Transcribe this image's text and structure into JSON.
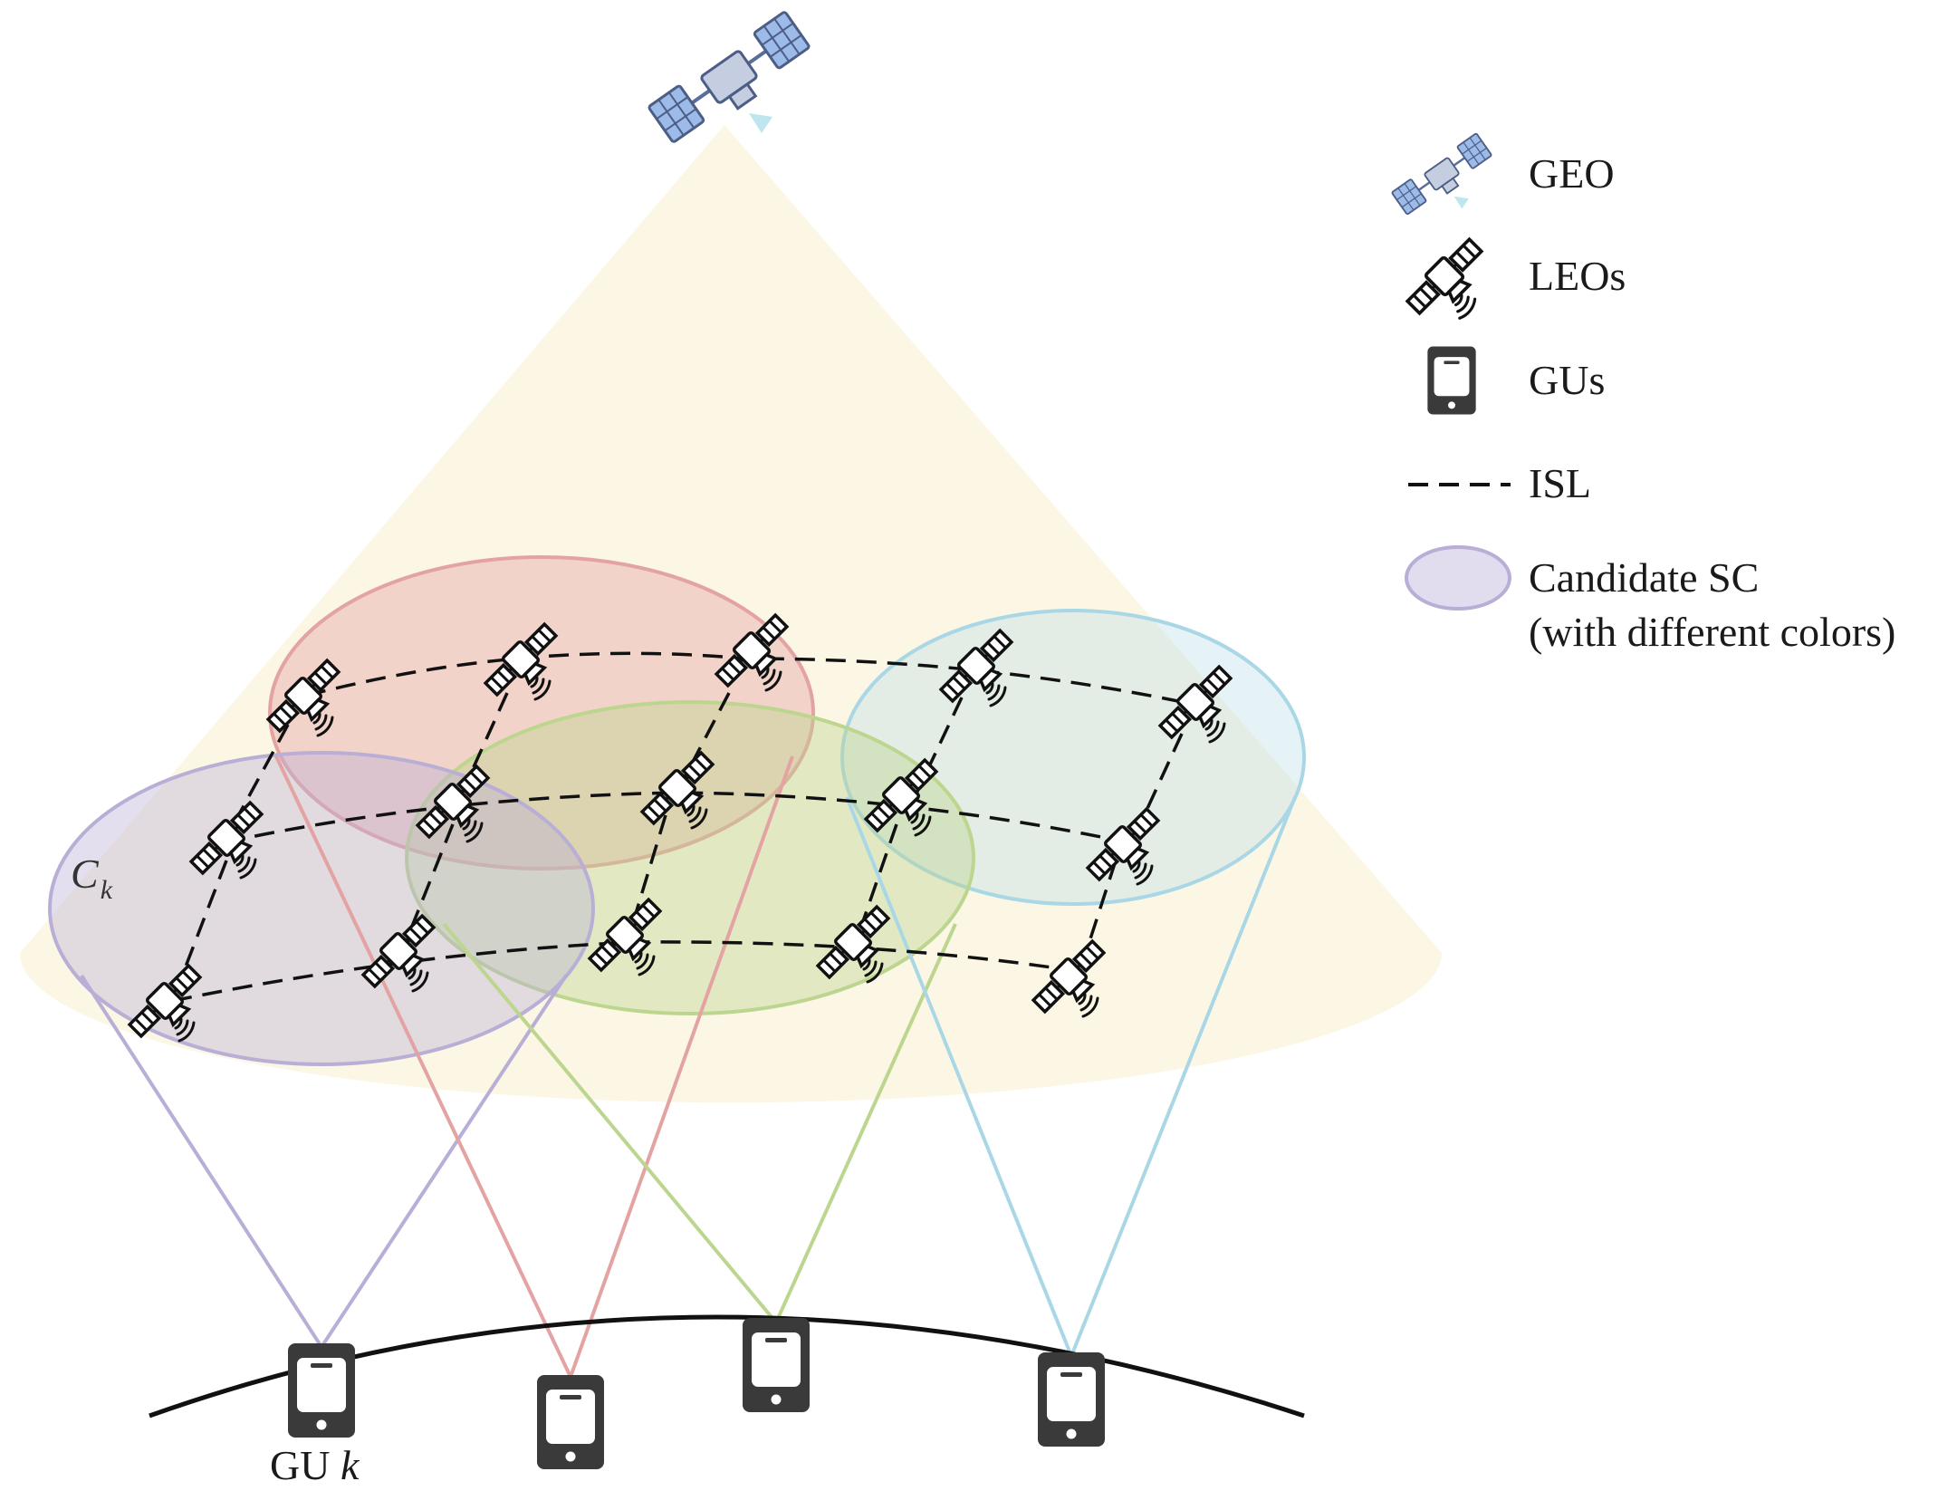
{
  "legend": {
    "geo": "GEO",
    "leos": "LEOs",
    "gus": "GUs",
    "isl": "ISL",
    "candidate_sc_line1": "Candidate SC",
    "candidate_sc_line2": "(with different colors)"
  },
  "labels": {
    "cluster_main": "C",
    "cluster_sub": "k",
    "gu_prefix": "GU ",
    "gu_index": "k"
  },
  "icons": {
    "geo": "geo-satellite-icon",
    "leo": "leo-satellite-icon",
    "gu": "phone-icon"
  },
  "colors": {
    "geo_coverage": "#fcf6e2",
    "cluster_purple": "#b9aed6",
    "cluster_red": "#e4a3a3",
    "cluster_green": "#bcd58f",
    "cluster_cyan": "#a9d7e6",
    "earth_arc": "#111111",
    "isl": "#111111"
  }
}
